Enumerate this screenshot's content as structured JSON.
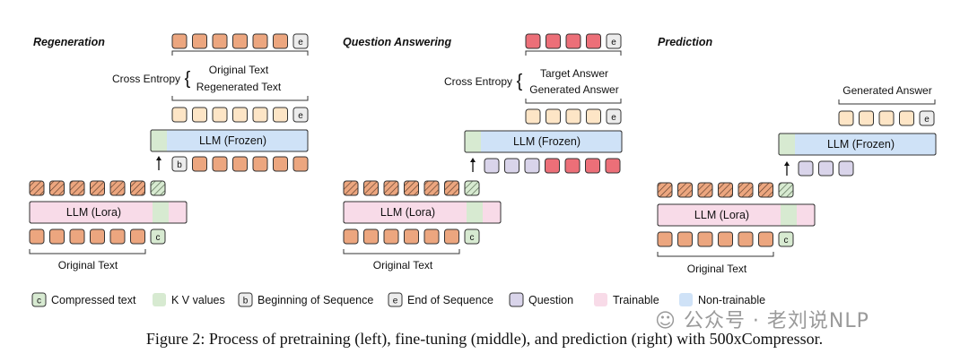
{
  "colors": {
    "orange": "#eca67f",
    "orange_light": "#fde5c6",
    "red": "#ec6f78",
    "purple": "#d9d4ea",
    "green": "#d7ead1",
    "pink": "#f8dbe8",
    "blue": "#cfe2f7",
    "gray": "#ececec"
  },
  "panels": [
    {
      "title": "Regeneration",
      "loss_label": "Cross Entropy",
      "loss_top": "Original Text",
      "loss_bottom": "Regenerated Text",
      "lora_label": "LLM (Lora)",
      "frozen_label": "LLM (Frozen)",
      "bottom_label": "Original Text"
    },
    {
      "title": "Question Answering",
      "loss_label": "Cross Entropy",
      "loss_top": "Target Answer",
      "loss_bottom": "Generated Answer",
      "lora_label": "LLM (Lora)",
      "frozen_label": "LLM (Frozen)",
      "bottom_label": "Original Text"
    },
    {
      "title": "Prediction",
      "output_label": "Generated Answer",
      "lora_label": "LLM (Lora)",
      "frozen_label": "LLM (Frozen)",
      "bottom_label": "Original Text"
    }
  ],
  "token_letters": {
    "compressed": "c",
    "begin": "b",
    "end": "e"
  },
  "legend": [
    {
      "key": "compressed",
      "glyph": "c",
      "label": "Compressed text"
    },
    {
      "key": "kv",
      "glyph": "",
      "label": "K V values"
    },
    {
      "key": "begin",
      "glyph": "b",
      "label": "Beginning of Sequence"
    },
    {
      "key": "end",
      "glyph": "e",
      "label": "End of Sequence"
    },
    {
      "key": "question",
      "glyph": "",
      "label": "Question"
    },
    {
      "key": "trainable",
      "glyph": "",
      "label": "Trainable"
    },
    {
      "key": "nontrainable",
      "glyph": "",
      "label": "Non-trainable"
    }
  ],
  "caption": "Figure 2: Process of pretraining (left), fine-tuning (middle), and prediction (right) with 500xCompressor.",
  "watermark": "公众号 · 老刘说NLP"
}
